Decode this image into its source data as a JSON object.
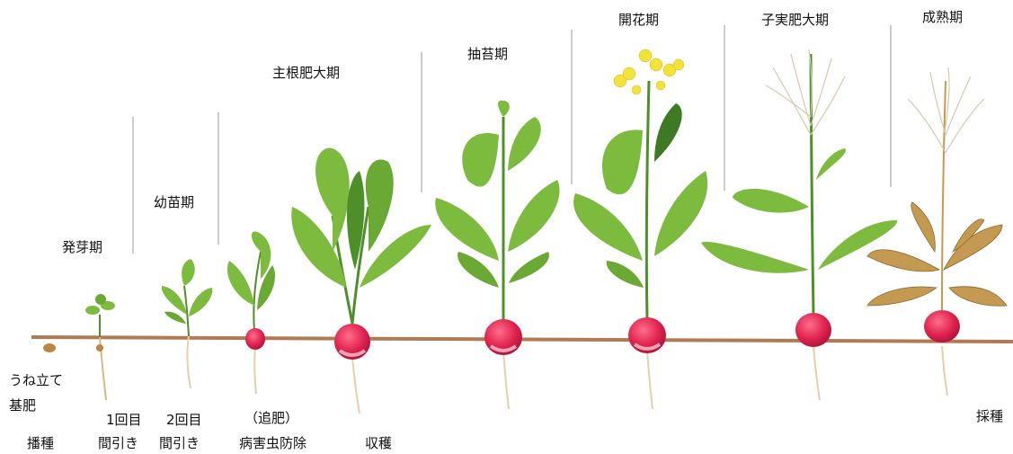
{
  "stages": [
    {
      "id": "germination",
      "label": "発芽期"
    },
    {
      "id": "seedling",
      "label": "幼苗期"
    },
    {
      "id": "root-growth",
      "label": "主根肥大期"
    },
    {
      "id": "bolting",
      "label": "抽苔期"
    },
    {
      "id": "flowering",
      "label": "開花期"
    },
    {
      "id": "fruit-growth",
      "label": "子実肥大期"
    },
    {
      "id": "maturity",
      "label": "成熟期"
    }
  ],
  "tasks": {
    "ridge": "うね立て",
    "base_fertilizer": "基肥",
    "sowing": "播種",
    "thin1_a": "1回目",
    "thin1_b": "間引き",
    "thin2_a": "2回目",
    "thin2_b": "間引き",
    "topdress": "（追肥）",
    "pest": "病害虫防除",
    "harvest": "収穫",
    "seed_collect": "採種"
  },
  "colors": {
    "soil_line": "#b07a52",
    "leaf": "#7cbb3e",
    "leaf_dark": "#4f8f2a",
    "radish": "#e0234f",
    "root": "#f4e2c2",
    "flower": "#f2e23a",
    "dried": "#c49a52",
    "seed": "#b8893f"
  }
}
